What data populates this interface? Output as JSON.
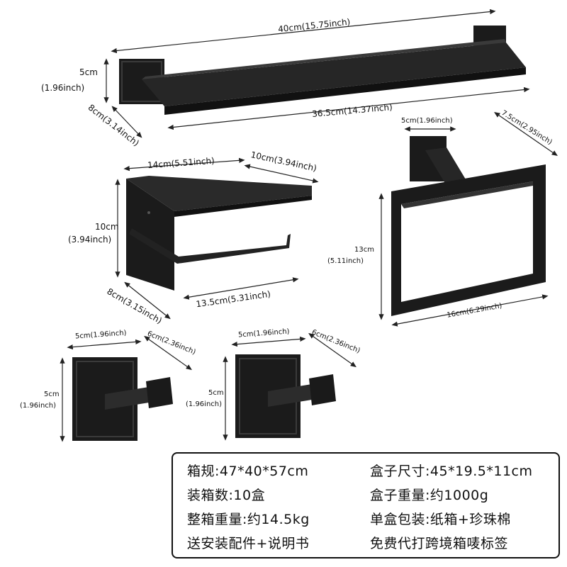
{
  "dimensions": {
    "towel_bar_length": "40cm(15.75inch)",
    "towel_bar_inner_length": "36.5cm(14.37inch)",
    "towel_bar_height_cm": "5cm",
    "towel_bar_height_in": "(1.96inch)",
    "towel_bar_depth": "8cm(3.14inch)",
    "paper_holder_width": "14cm(5.51inch)",
    "paper_holder_shelf_depth": "10cm(3.94inch)",
    "paper_holder_height_cm": "10cm",
    "paper_holder_height_in": "(3.94inch)",
    "paper_holder_depth": "8cm(3.15inch)",
    "paper_holder_bar_length": "13.5cm(5.31inch)",
    "ring_base": "5cm(1.96inch)",
    "ring_depth": "7.5cm(2.95inch)",
    "ring_height_cm": "13cm",
    "ring_height_in": "(5.11inch)",
    "ring_width": "16cm(6.29inch)",
    "hook1_width": "5cm(1.96inch)",
    "hook1_depth": "6cm(2.36inch)",
    "hook1_height_cm": "5cm",
    "hook1_height_in": "(1.96inch)",
    "hook2_width": "5cm(1.96inch)",
    "hook2_depth": "6cm(2.36inch)",
    "hook2_height_cm": "5cm",
    "hook2_height_in": "(1.96inch)"
  },
  "specs": {
    "carton_size": "箱规:47*40*57cm",
    "box_size": "盒子尺寸:45*19.5*11cm",
    "qty_per_carton": "装箱数:10盒",
    "box_weight": "盒子重量:约1000g",
    "carton_weight": "整箱重量:约14.5kg",
    "single_packing": "单盒包装:纸箱+珍珠棉",
    "accessories": "送安装配件+说明书",
    "labeling": "免费代打跨境箱唛标签"
  },
  "colors": {
    "product": "#1b1b1b",
    "product_edge": "#3a3a3a",
    "line": "#222222"
  }
}
